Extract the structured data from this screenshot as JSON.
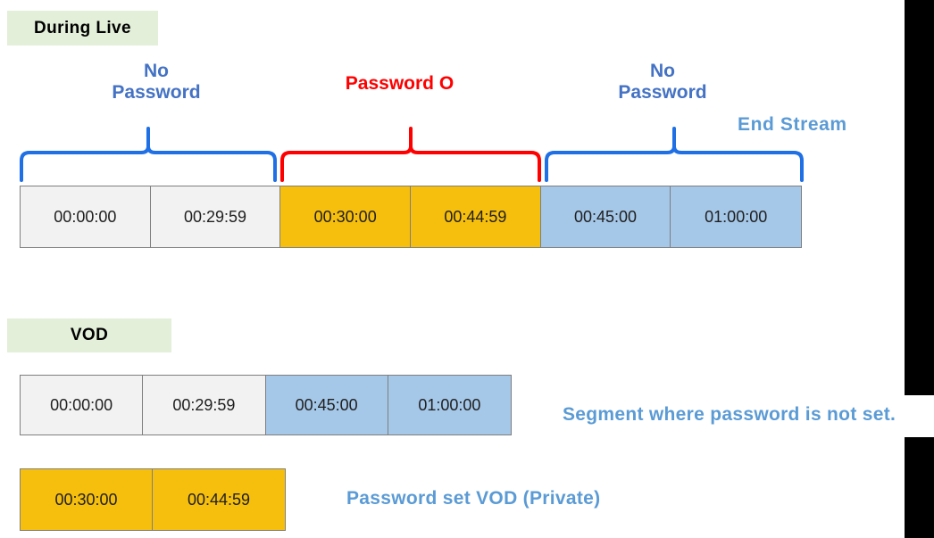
{
  "sections": {
    "live": {
      "title": "During Live"
    },
    "vod": {
      "title": "VOD"
    }
  },
  "annotations": {
    "no_password_left": "No\nPassword",
    "password_on": "Password O",
    "no_password_right": "No\nPassword",
    "end_stream": "End Stream"
  },
  "timelines": {
    "live": {
      "cells": [
        {
          "label": "00:00:00",
          "style": "grey"
        },
        {
          "label": "00:29:59",
          "style": "grey"
        },
        {
          "label": "00:30:00",
          "style": "amber"
        },
        {
          "label": "00:44:59",
          "style": "amber"
        },
        {
          "label": "00:45:00",
          "style": "blue"
        },
        {
          "label": "01:00:00",
          "style": "blue"
        }
      ]
    },
    "vod_public": {
      "cells": [
        {
          "label": "00:00:00",
          "style": "grey"
        },
        {
          "label": "00:29:59",
          "style": "grey"
        },
        {
          "label": "00:45:00",
          "style": "blue"
        },
        {
          "label": "01:00:00",
          "style": "blue"
        }
      ]
    },
    "vod_private": {
      "cells": [
        {
          "label": "00:30:00",
          "style": "amber"
        },
        {
          "label": "00:44:59",
          "style": "amber"
        }
      ]
    }
  },
  "legends": {
    "no_password_segment": "Segment where password is not set.",
    "password_set_vod": "Password set VOD (Private)"
  },
  "colors": {
    "chip_background": "#E3EFD9",
    "brace_blue": "#1F6FE5",
    "brace_red": "#FF0000",
    "text_blue_dark": "#4472C4",
    "text_blue_light": "#5B9BD5",
    "text_red": "#FF0000",
    "cell_grey": "#F2F2F2",
    "cell_amber": "#F7BF0D",
    "cell_blue": "#A5C7E8",
    "cell_border": "#7F7F7F",
    "band_black": "#000000"
  }
}
